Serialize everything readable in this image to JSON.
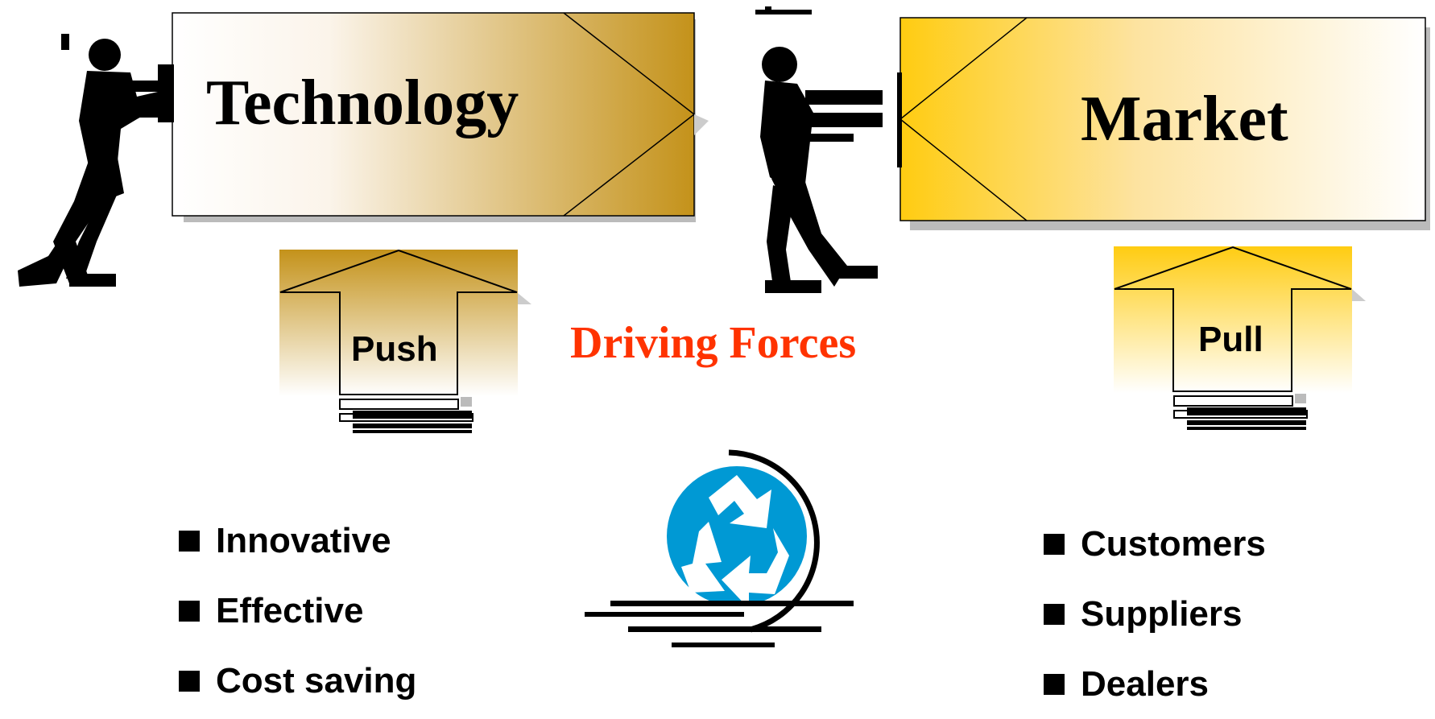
{
  "technology": {
    "label": "Technology"
  },
  "market": {
    "label": "Market"
  },
  "push": {
    "label": "Push"
  },
  "pull": {
    "label": "Pull"
  },
  "center_title": "Driving Forces",
  "technology_factors": [
    "Innovative",
    "Effective",
    "Cost saving"
  ],
  "market_factors": [
    "Customers",
    "Suppliers",
    "Dealers"
  ],
  "colors": {
    "title": "#ff3300",
    "technology_gradient": [
      "#ffffff",
      "#c4921a"
    ],
    "market_gradient": [
      "#ffcc11",
      "#ffffff"
    ],
    "recycle_disc": "#0099d4"
  },
  "icons": [
    "pushing-man-icon",
    "pulling-man-icon",
    "recycle-icon"
  ]
}
